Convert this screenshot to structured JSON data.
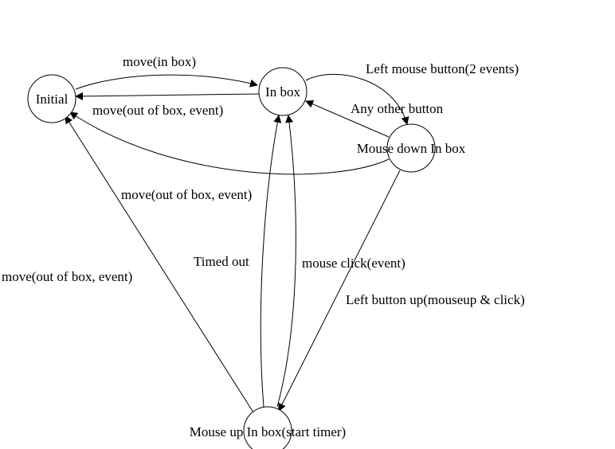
{
  "nodes": {
    "initial": "Initial",
    "in_box": "In box",
    "mouse_down": "Mouse down In box",
    "mouse_up": "Mouse up In box(start timer)"
  },
  "edges": {
    "initial_to_inbox": "move(in box)",
    "inbox_to_initial": "move(out of box, event)",
    "inbox_to_mousedown": "Left mouse button(2 events)",
    "mousedown_to_inbox": "Any other button",
    "mousedown_to_initial": "move(out of box, event)",
    "mouseup_to_initial": "move(out of box, event)",
    "mouseup_to_inbox_timeout": "Timed out",
    "mouseup_to_inbox_click": "mouse click(event)",
    "mousedown_to_mouseup": "Left button up(mouseup & click)"
  },
  "colors": {
    "stroke": "#000000",
    "background": "#ffffff"
  }
}
